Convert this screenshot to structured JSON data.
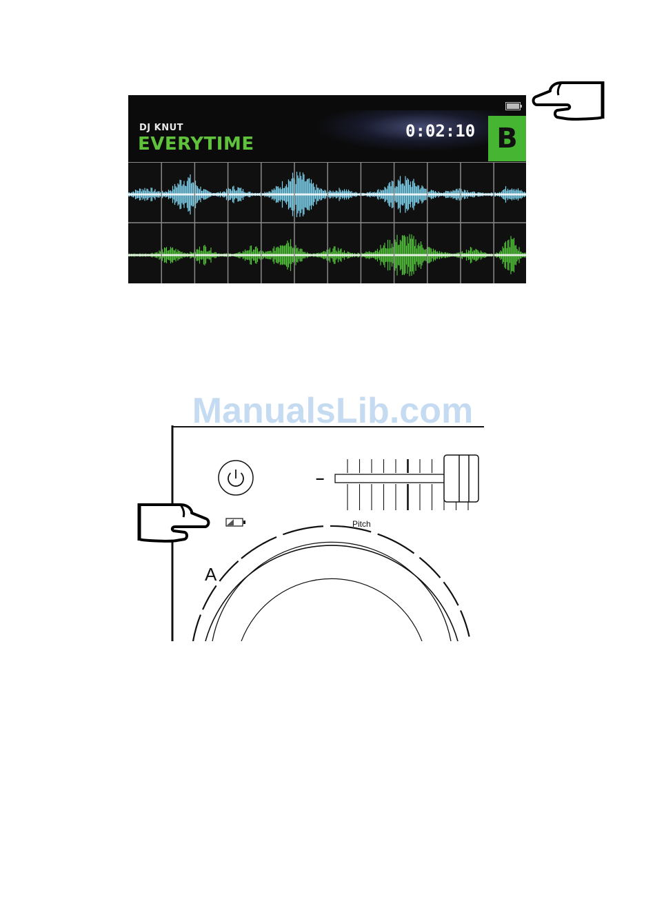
{
  "screen": {
    "artist": "DJ KNUT",
    "track_title": "EVERYTIME",
    "elapsed_time": "0:02:10",
    "deck": "B",
    "battery_icon": "battery-icon",
    "colors": {
      "background": "#101010",
      "title_green": "#5fc23a",
      "deck_badge": "#45b532",
      "waveform_top": "#7fd3ee",
      "waveform_bottom": "#52c23a",
      "grid": "#8a8a8a"
    }
  },
  "watermark": {
    "text": "ManualsLib.com"
  },
  "hardware": {
    "power_icon": "power-icon",
    "battery_icon": "battery-icon",
    "pitch_label": "Pitch",
    "pitch_minus": "–",
    "deck_letter": "A",
    "jog_wheel": "jog-wheel"
  },
  "pointers": {
    "top": "pointing-hand-icon",
    "bottom": "pointing-hand-icon"
  }
}
